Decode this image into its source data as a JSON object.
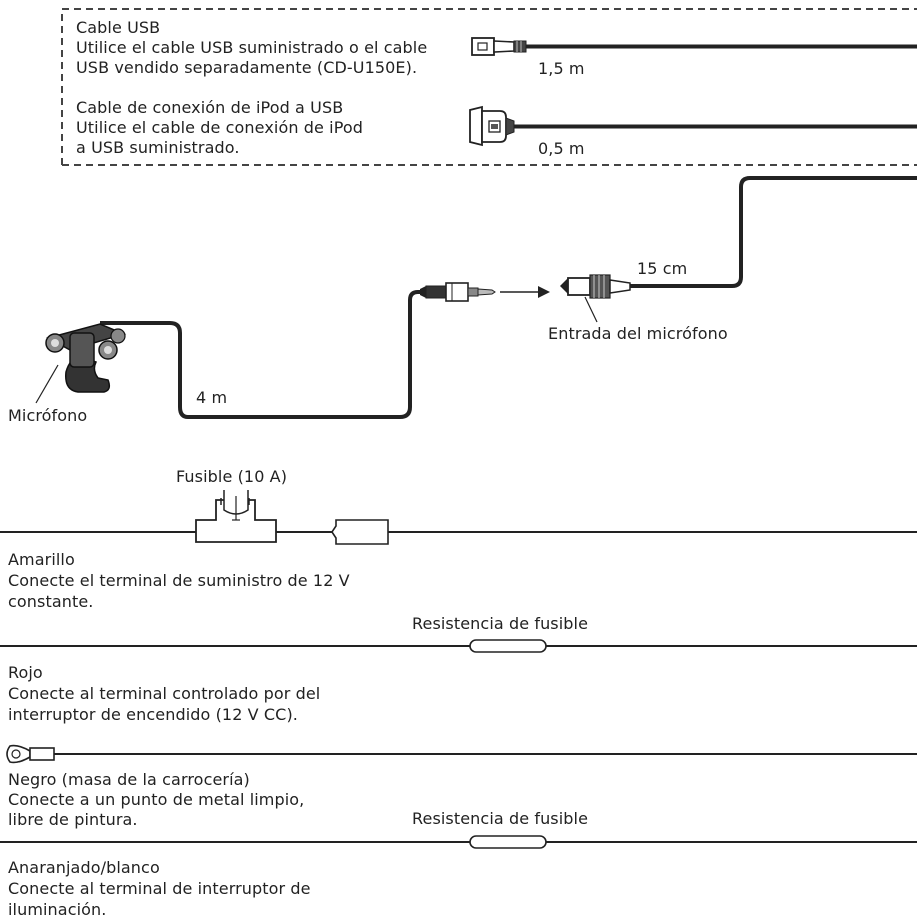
{
  "usb_box": {
    "usb_cable": {
      "title": "Cable USB",
      "line1": "Utilice el cable USB suministrado o el cable",
      "line2": "USB vendido separadamente (CD-U150E).",
      "length": "1,5 m"
    },
    "ipod_cable": {
      "title": "Cable de conexión de iPod a USB",
      "line1": "Utilice el cable de conexión de iPod",
      "line2": "a USB suministrado.",
      "length": "0,5 m"
    }
  },
  "microphone": {
    "label": "Micrófono",
    "cable_length": "4 m",
    "input_label": "Entrada del micrófono",
    "input_length": "15 cm"
  },
  "fuse": {
    "label": "Fusible (10 A)"
  },
  "wires": {
    "yellow": {
      "color_name": "Amarillo",
      "line1": "Conecte el terminal de suministro de 12 V",
      "line2": "constante."
    },
    "red": {
      "color_name": "Rojo",
      "line1": "Conecte al terminal controlado por del",
      "line2": "interruptor de encendido (12 V CC)."
    },
    "black": {
      "color_name": "Negro (masa de la carrocería)",
      "line1": "Conecte a un punto de metal limpio,",
      "line2": "libre de pintura."
    },
    "orange_white": {
      "color_name": "Anaranjado/blanco",
      "line1": "Conecte al terminal de interruptor de",
      "line2": "iluminación."
    }
  },
  "fuse_resistor_1": {
    "label": "Resistencia de fusible"
  },
  "fuse_resistor_2": {
    "label": "Resistencia de fusible"
  }
}
